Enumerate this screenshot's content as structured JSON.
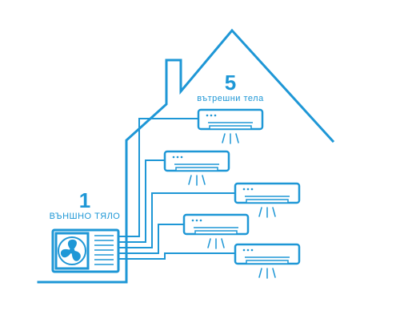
{
  "colors": {
    "accent": "#1e97d6",
    "background": "#ffffff"
  },
  "outdoor": {
    "count": "1",
    "caption": "ВЪНШНО ТЯЛО",
    "icon": "fan-icon"
  },
  "indoor": {
    "count": "5",
    "caption": "вътрешни тела",
    "units": 5,
    "icon": "split-ac-unit-icon"
  }
}
